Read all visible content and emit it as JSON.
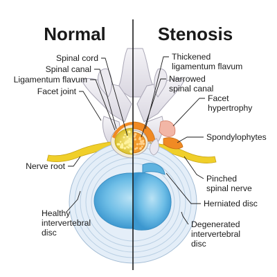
{
  "titles": {
    "left": "Normal",
    "right": "Stenosis"
  },
  "labels_normal": {
    "spinal_cord": "Spinal cord",
    "spinal_canal": "Spinal canal",
    "ligamentum_flavum": "Ligamentum flavum",
    "facet_joint": "Facet joint",
    "nerve_root": "Nerve root",
    "healthy_disc_1": "Healthy",
    "healthy_disc_2": "intervertebral",
    "healthy_disc_3": "disc"
  },
  "labels_stenosis": {
    "thickened_1": "Thickened",
    "thickened_2": "ligamentum flavum",
    "narrowed_1": "Narrowed",
    "narrowed_2": "spinal canal",
    "facet_hyp_1": "Facet",
    "facet_hyp_2": "hypertrophy",
    "spondylophytes": "Spondylophytes",
    "pinched_1": "Pinched",
    "pinched_2": "spinal nerve",
    "herniated": "Herniated disc",
    "degenerated_1": "Degenerated",
    "degenerated_2": "intervertebral",
    "degenerated_3": "disc"
  },
  "colors": {
    "bone": "#e6e4eb",
    "bone_outline": "#a9a6b5",
    "disc_ring": "#c9def0",
    "disc_core": "#5fb3e0",
    "spinal_cord": "#e8d84a",
    "ligament_orange": "#f08a24",
    "nerve_yellow": "#f0cf2a",
    "divider": "#1a1a1a"
  }
}
